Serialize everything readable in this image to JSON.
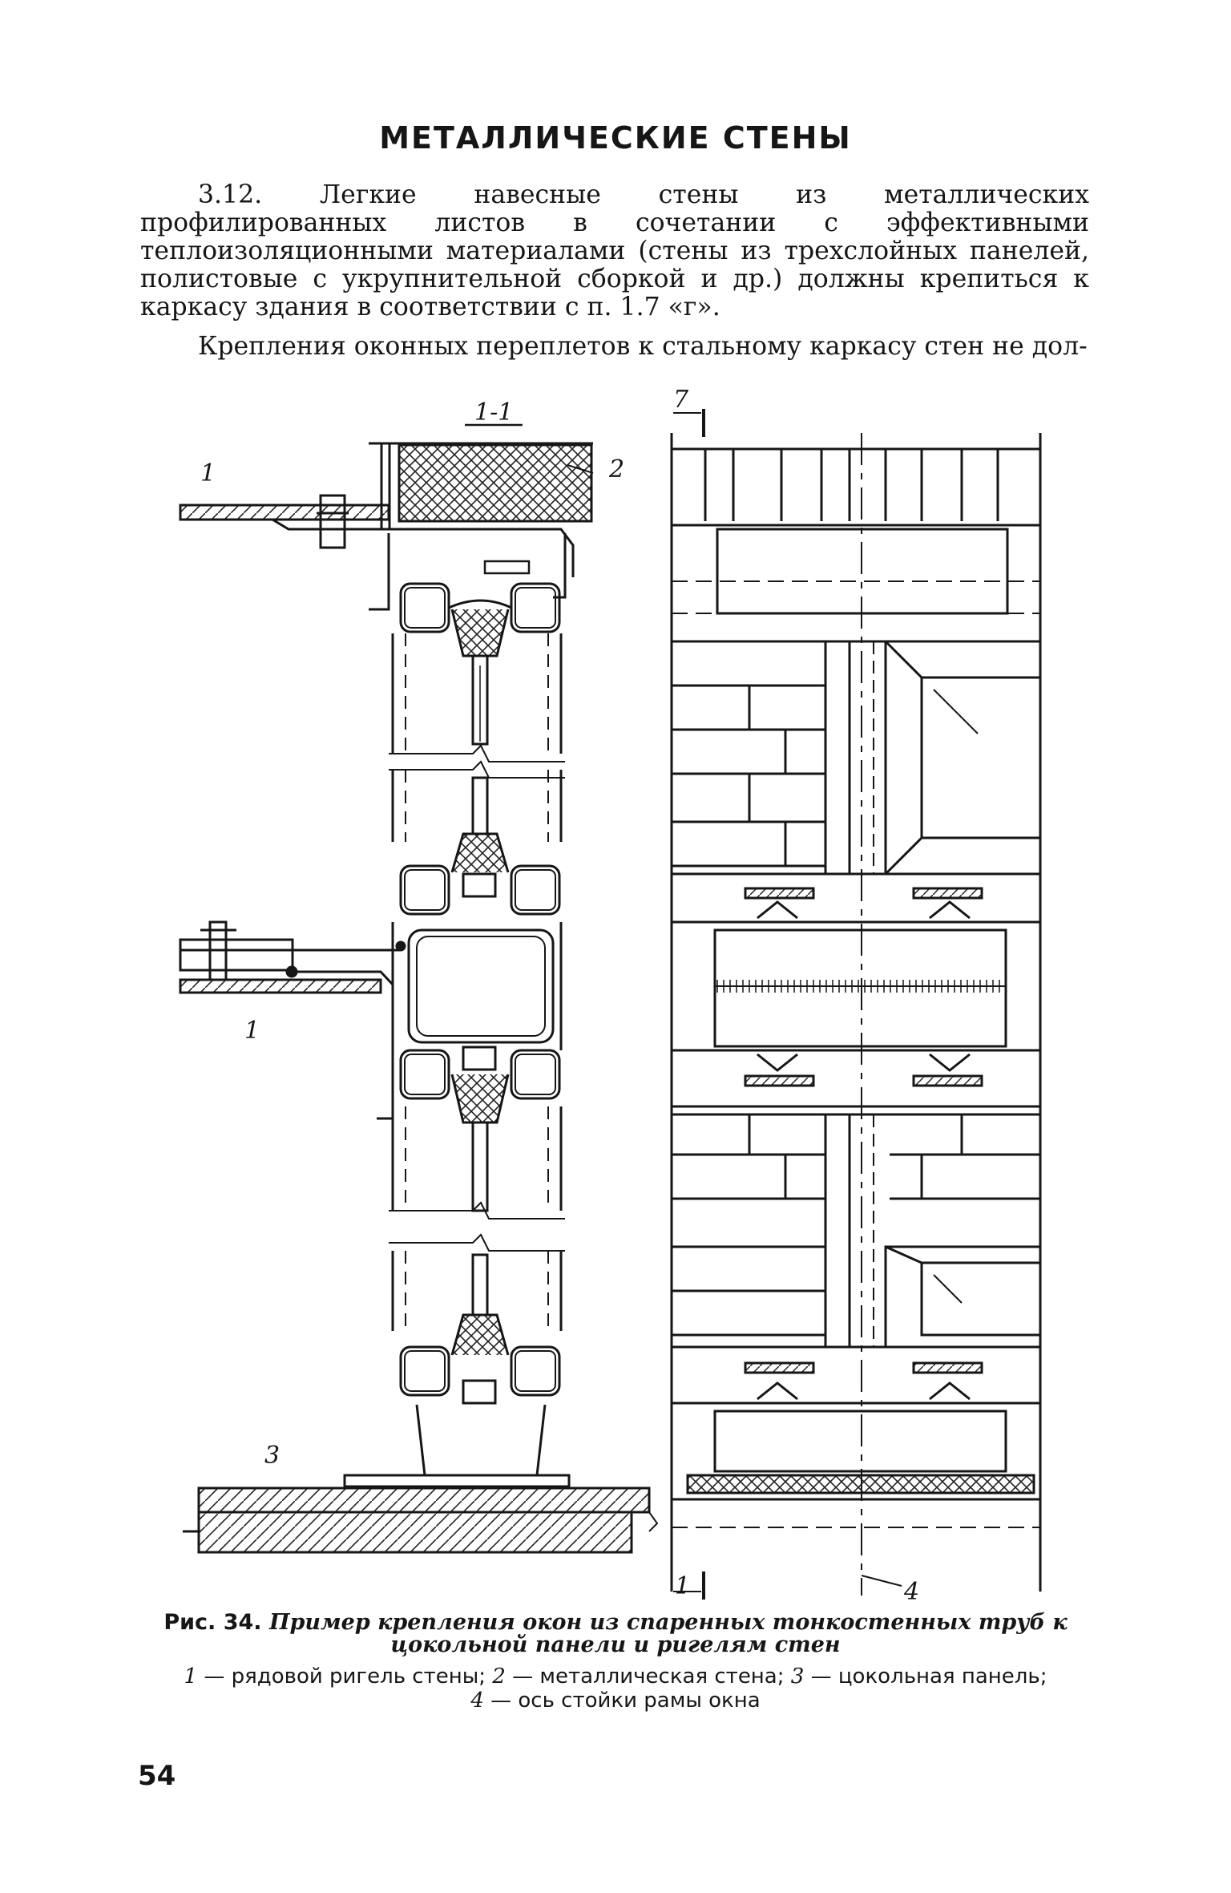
{
  "page": {
    "title": "МЕТАЛЛИЧЕСКИЕ СТЕНЫ",
    "paragraph_1": "3.12. Легкие навесные стены из металлических профилированных листов в сочетании с эффективными теплоизоляционными материалами (стены из трехслойных панелей, полистовые с укрупнительной сборкой и др.) должны крепиться к каркасу здания в соответствии с п. 1.7 «г».",
    "paragraph_2": "Крепления оконных переплетов к стальному каркасу стен не дол-",
    "page_number": "54"
  },
  "figure": {
    "section_label": "1-1",
    "labels": {
      "l1_top": "1",
      "l2": "2",
      "l1_mid": "1",
      "l3": "3",
      "l7_top": "7",
      "l1_bottom": "1",
      "l4": "4"
    },
    "caption_number": "Рис. 34.",
    "caption_text": "Пример крепления окон из спаренных тонкостенных труб к цокольной панели и ригелям стен",
    "legend": [
      {
        "num": "1",
        "text": "— рядовой ригель стены;"
      },
      {
        "num": "2",
        "text": "— металлическая стена;"
      },
      {
        "num": "3",
        "text": "— цокольная панель;"
      },
      {
        "num": "4",
        "text": "— ось стойки рамы окна"
      }
    ]
  }
}
